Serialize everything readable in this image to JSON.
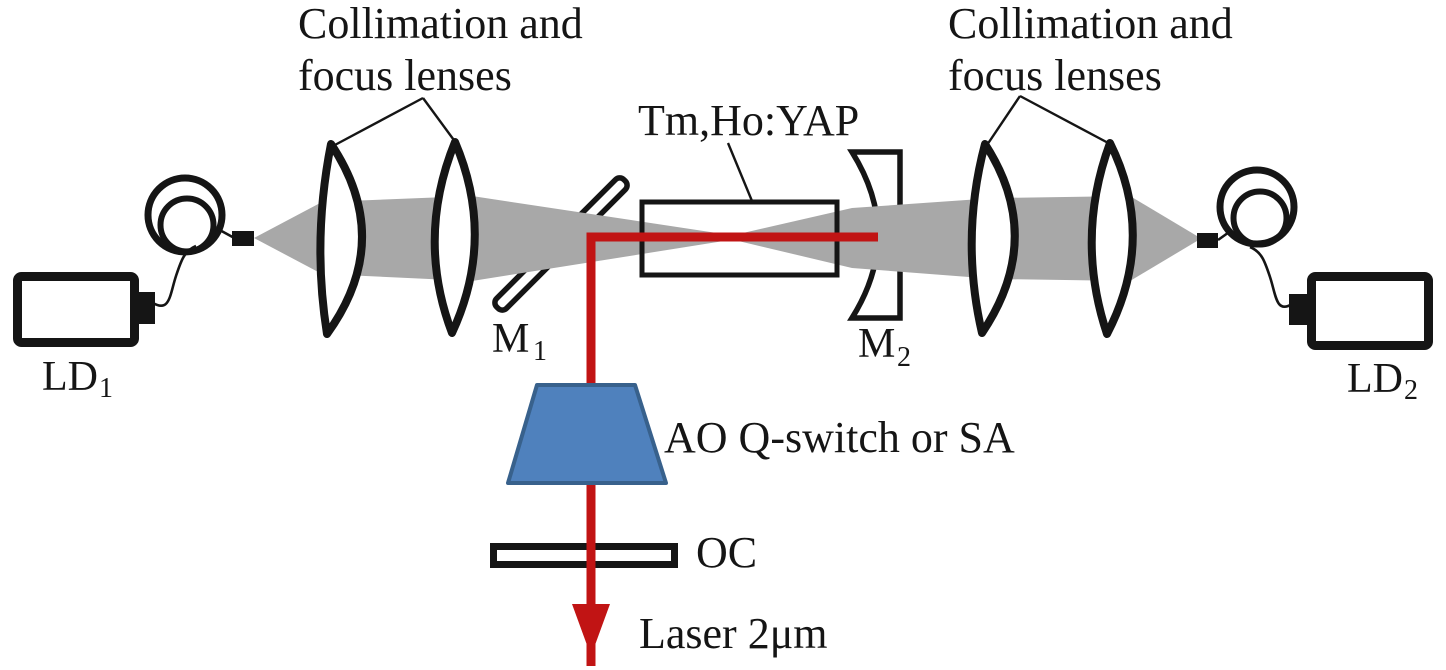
{
  "labels": {
    "left_lenses": {
      "line1": "Collimation and",
      "line2": "focus lenses"
    },
    "right_lenses": {
      "line1": "Collimation and",
      "line2": "focus lenses"
    },
    "crystal": "Tm,Ho:YAP",
    "mirror1": {
      "main": "M",
      "sub": "1"
    },
    "mirror2": {
      "main": "M",
      "sub": "2"
    },
    "diode1": {
      "main": "LD",
      "sub": "1"
    },
    "diode2": {
      "main": "LD",
      "sub": "2"
    },
    "modulator": "AO Q-switch or SA",
    "output_coupler": "OC",
    "output_beam": "Laser 2μm"
  },
  "colors": {
    "beam_gray": "#a8a8a8",
    "laser_red": "#c11414",
    "qswitch_fill": "#4f81bd",
    "qswitch_stroke": "#38618c",
    "outline": "#151515"
  }
}
